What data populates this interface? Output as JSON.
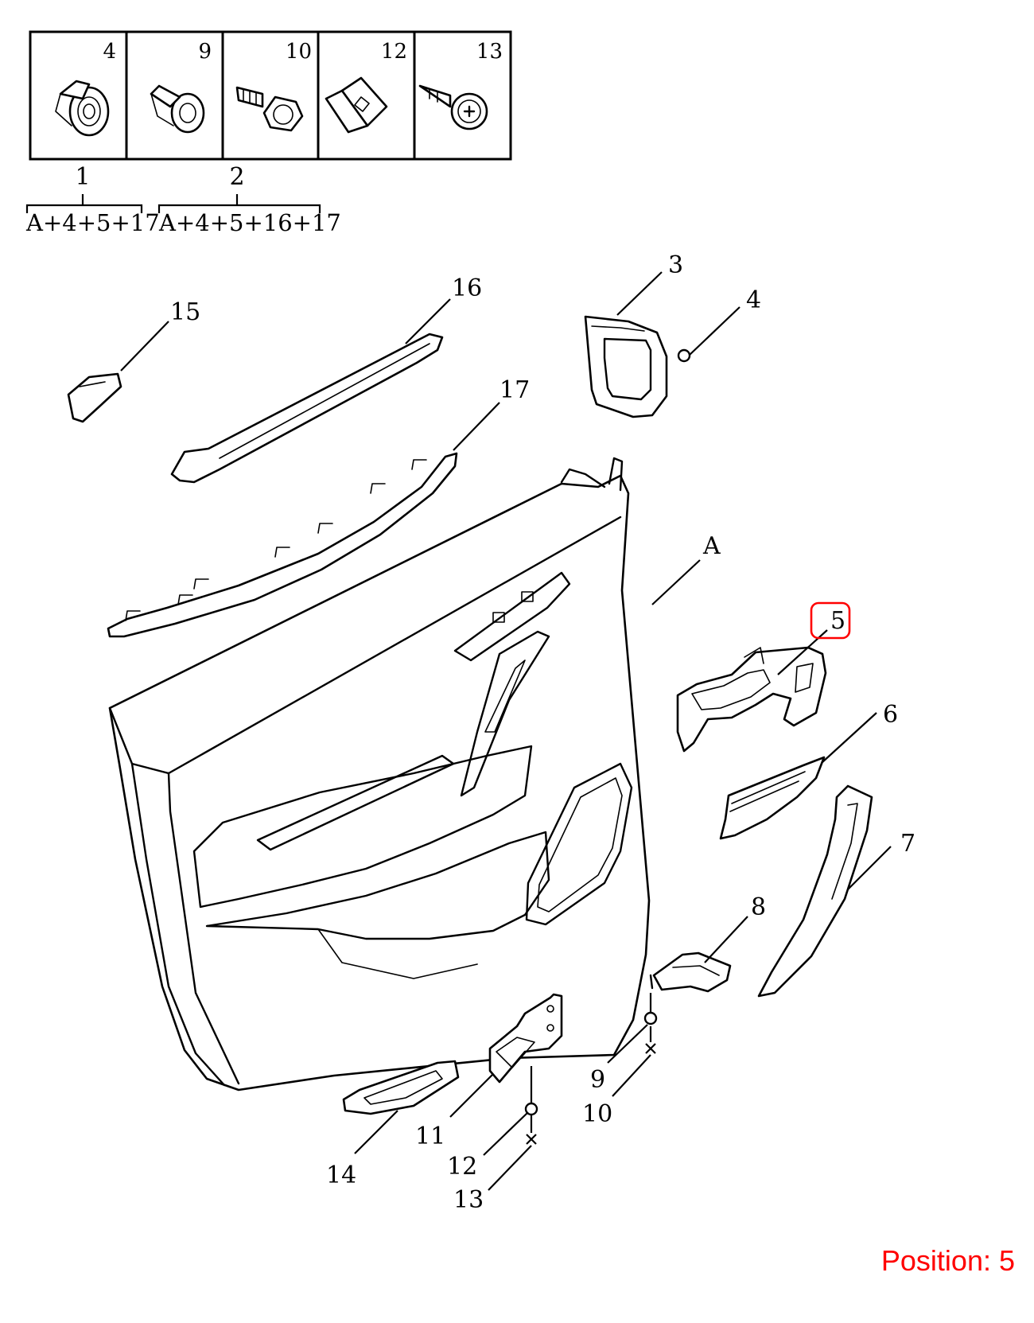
{
  "accent_color": "#ff0000",
  "kit_table": {
    "cells": [
      "4",
      "9",
      "10",
      "12",
      "13"
    ]
  },
  "kits": [
    {
      "number": "1",
      "contents": "A+4+5+17"
    },
    {
      "number": "2",
      "contents": "A+4+5+16+17"
    }
  ],
  "callouts": {
    "p3": "3",
    "p4": "4",
    "p5": "5",
    "p6": "6",
    "p7": "7",
    "p8": "8",
    "p9": "9",
    "p10": "10",
    "p11": "11",
    "p12": "12",
    "p13": "13",
    "p14": "14",
    "p15": "15",
    "p16": "16",
    "p17": "17",
    "pA": "A"
  },
  "highlighted_callout": "5",
  "position_label": "Position: 5"
}
